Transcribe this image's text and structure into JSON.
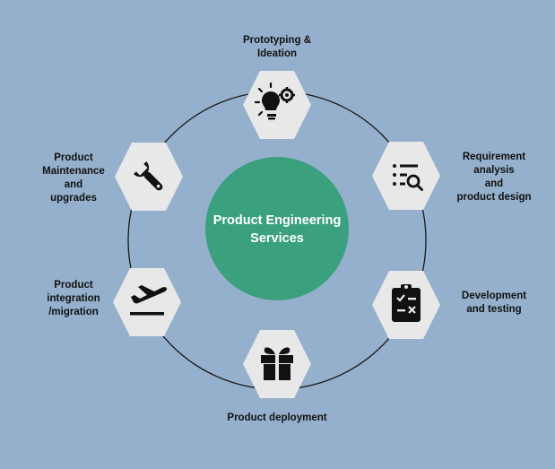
{
  "diagram": {
    "center": {
      "title": "Product Engineering\nServices"
    },
    "nodes": [
      {
        "id": "prototyping",
        "label": "Prototyping &\nIdeation",
        "icon": "idea-bulb-gear-icon"
      },
      {
        "id": "requirement",
        "label": "Requirement\nanalysis\nand\nproduct design",
        "icon": "list-search-icon"
      },
      {
        "id": "development",
        "label": "Development\nand testing",
        "icon": "clipboard-checklist-icon"
      },
      {
        "id": "deployment",
        "label": "Product deployment",
        "icon": "gift-box-icon"
      },
      {
        "id": "integration",
        "label": "Product\nintegration\n/migration",
        "icon": "plane-departure-icon"
      },
      {
        "id": "maintenance",
        "label": "Product\nMaintenance\nand\nupgrades",
        "icon": "wrench-icon"
      }
    ]
  },
  "colors": {
    "background": "#95b0cc",
    "center_circle": "#3aa07d",
    "hexagon": "#e8e8e8",
    "ring": "#1a1a1a",
    "icon": "#111111"
  }
}
